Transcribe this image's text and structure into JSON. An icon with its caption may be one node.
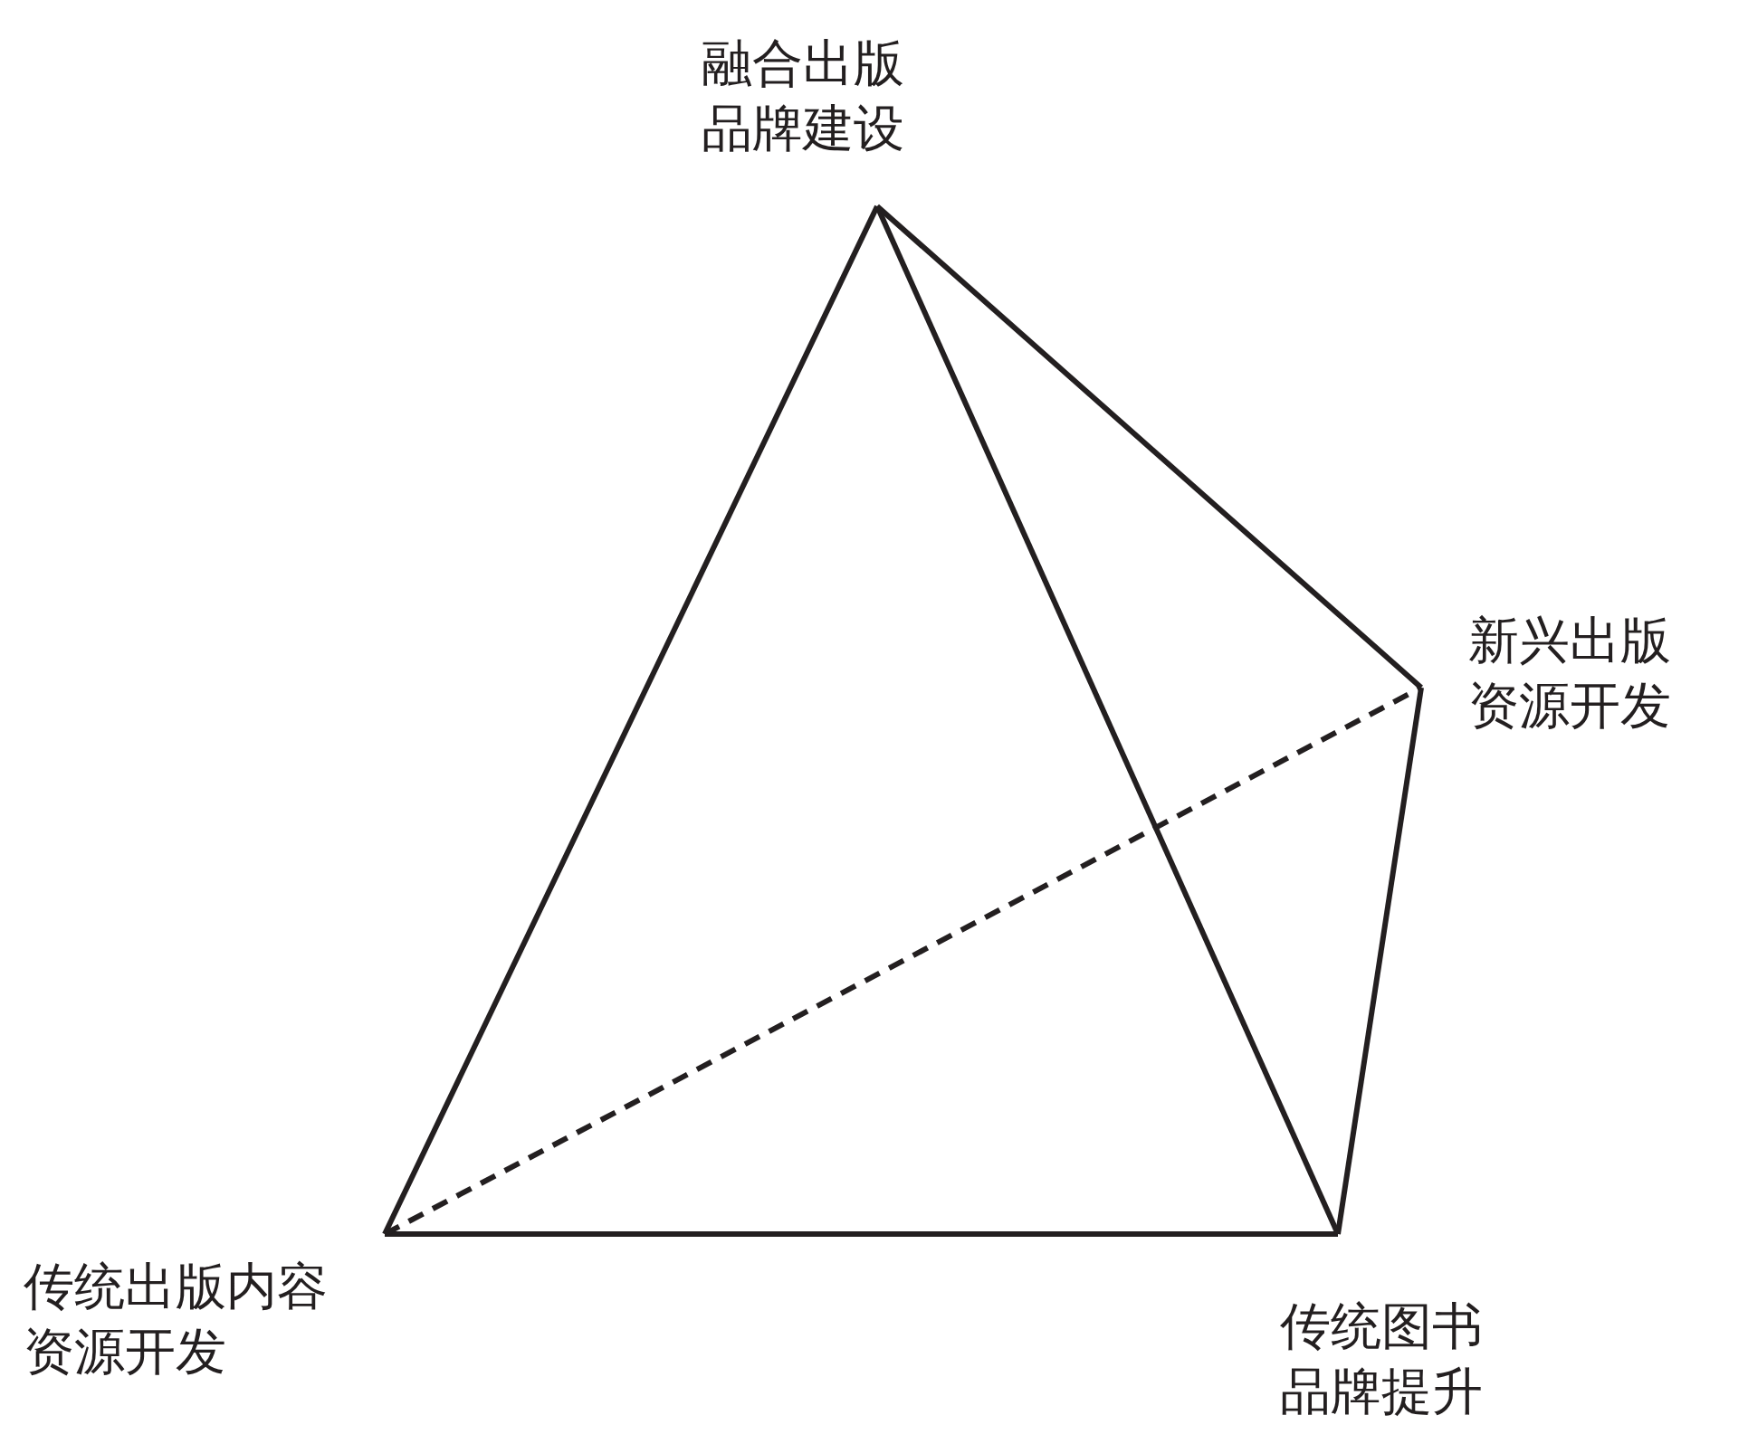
{
  "diagram": {
    "nodes": [
      {
        "text": [
          "融合出版品牌建设"
        ]
      },
      {
        "text": [
          "新兴出版资源开发"
        ]
      },
      {
        "text": [
          "传统出版内容资源开发"
        ]
      },
      {
        "text": [
          "传统图书品牌提升"
        ]
      }
    ],
    "edges": [
      {
        "from": 0,
        "to": 2,
        "arrow": "none"
      },
      {
        "from": 0,
        "to": 3,
        "arrow": "none"
      },
      {
        "from": 0,
        "to": 1,
        "arrow": "none"
      },
      {
        "from": 1,
        "to": 3,
        "arrow": "none"
      },
      {
        "from": 2,
        "to": 3,
        "arrow": "none"
      },
      {
        "from": 2,
        "to": 1,
        "arrow": "none",
        "style": "dashed"
      }
    ]
  }
}
